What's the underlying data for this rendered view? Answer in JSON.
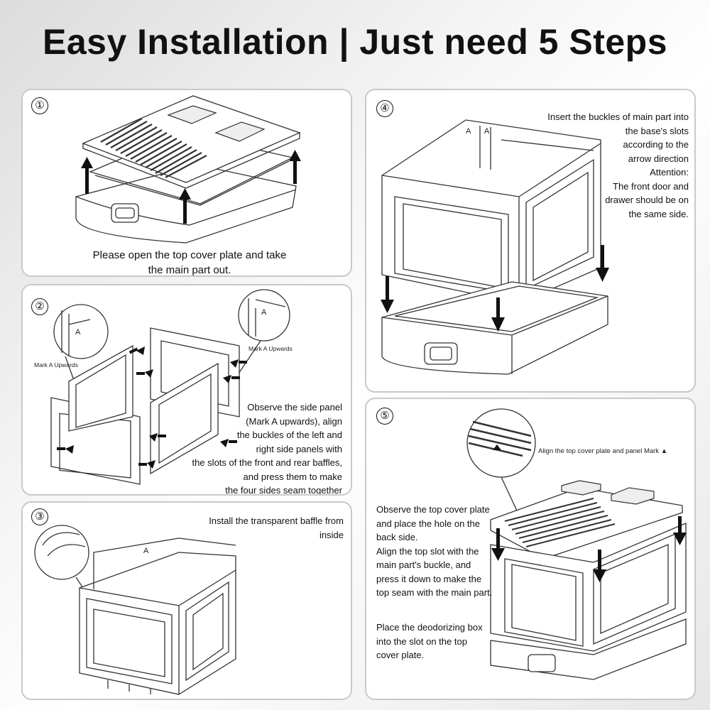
{
  "title": "Easy Installation | Just need 5 Steps",
  "steps": [
    {
      "number": "①",
      "caption_lines": [
        "Please open the top cover plate and take",
        "the main part out."
      ]
    },
    {
      "number": "②",
      "callout_left": "Mark A Upwards",
      "callout_right": "Mark A Upwards",
      "mark_letter": "A",
      "text_lines": [
        "Observe the side panel",
        "(Mark A upwards), align",
        "the buckles of the left and",
        "right side panels with",
        "the slots of the front and rear baffles,",
        "and press them to make",
        "the four sides seam together"
      ]
    },
    {
      "number": "③",
      "text": "Install the transparent baffle from inside",
      "mark_letter": "A"
    },
    {
      "number": "④",
      "mark_letter": "A",
      "text_lines": [
        "Insert the buckles of main part into",
        "the base's slots",
        "according to the",
        "arrow direction",
        "Attention:",
        "The front door and",
        "drawer should be on",
        "the same side."
      ]
    },
    {
      "number": "⑤",
      "callout": "Align the top cover plate and panel Mark ▲",
      "text_lines_1": [
        "Observe the top cover plate",
        "and place the hole on the",
        "back side.",
        "Align the top slot with the",
        "main part's buckle, and",
        "press it down to make the",
        "top seam with the main part."
      ],
      "text_lines_2": [
        "Place the deodorizing box",
        "into the slot on the top",
        "cover plate."
      ]
    }
  ],
  "icons": [
    "up-arrow-icon",
    "down-arrow-icon",
    "right-arrow-icon",
    "left-arrow-icon"
  ]
}
